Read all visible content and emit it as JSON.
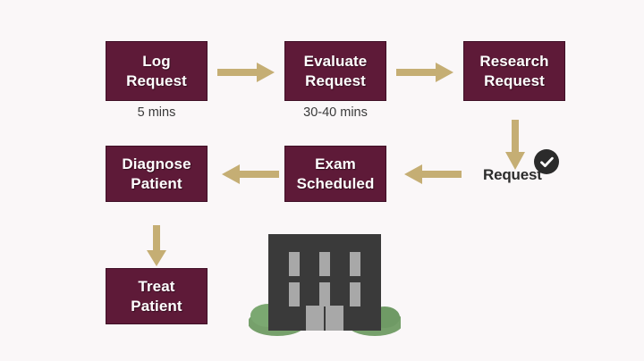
{
  "diagram": {
    "title": "Medical request handling process flow",
    "background_color": "#faf7f8",
    "box_color": "#5e1a38",
    "arrow_color": "#c5ae74",
    "box_text_color": "#ffffff",
    "caption_text_color": "#3a3a3a",
    "badge_color": "#2b2b2b",
    "building_color": "#3a3a3a",
    "window_color": "#a8a8a8",
    "bush_color": "#76a06b"
  },
  "steps": [
    {
      "id": "log-request",
      "line1": "Log",
      "line2": "Request",
      "duration": "5 mins"
    },
    {
      "id": "evaluate-request",
      "line1": "Evaluate",
      "line2": "Request",
      "duration": "30-40 mins"
    },
    {
      "id": "research-request",
      "line1": "Research",
      "line2": "Request",
      "duration": ""
    },
    {
      "id": "exam-scheduled",
      "line1": "Exam",
      "line2": "Scheduled",
      "duration": ""
    },
    {
      "id": "diagnose-patient",
      "line1": "Diagnose",
      "line2": "Patient",
      "duration": ""
    },
    {
      "id": "treat-patient",
      "line1": "Treat",
      "line2": "Patient",
      "duration": ""
    }
  ],
  "annotation": {
    "request_label": "Request",
    "check_icon": "check-circle-icon"
  },
  "connectors": [
    {
      "id": "log-to-evaluate",
      "direction": "right"
    },
    {
      "id": "evaluate-to-research",
      "direction": "right"
    },
    {
      "id": "research-to-request",
      "direction": "down"
    },
    {
      "id": "request-to-exam",
      "direction": "left"
    },
    {
      "id": "exam-to-diagnose",
      "direction": "left"
    },
    {
      "id": "diagnose-to-treat",
      "direction": "down"
    }
  ],
  "illustration": {
    "name": "hospital-building-illustration",
    "floors": 2,
    "windows_per_floor": 3,
    "doors": 2,
    "bushes": 2
  }
}
